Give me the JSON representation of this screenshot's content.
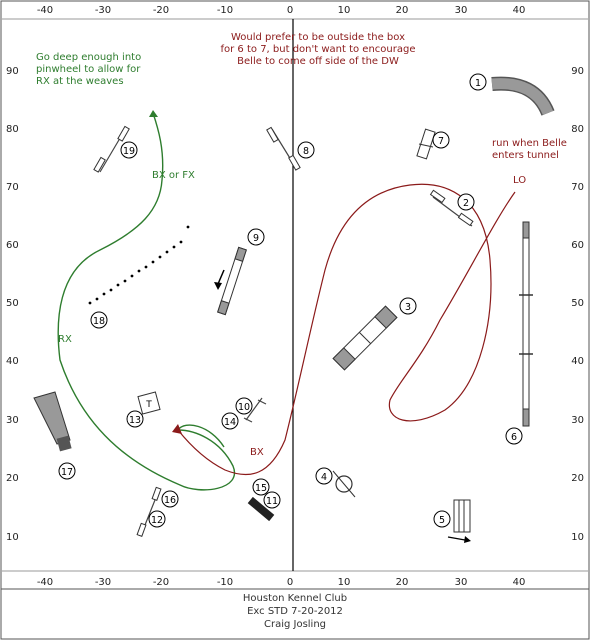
{
  "x_axis": {
    "top": [
      "-40",
      "-30",
      "-20",
      "-10",
      "0",
      "10",
      "20",
      "30",
      "40"
    ],
    "bottom": [
      "-40",
      "-30",
      "-20",
      "-10",
      "0",
      "10",
      "20",
      "30",
      "40"
    ]
  },
  "y_axis": {
    "left": [
      "90",
      "80",
      "70",
      "60",
      "50",
      "40",
      "30",
      "20",
      "10"
    ],
    "right": [
      "90",
      "80",
      "70",
      "60",
      "50",
      "40",
      "30",
      "20",
      "10"
    ]
  },
  "obstacles": [
    "1",
    "2",
    "3",
    "4",
    "5",
    "6",
    "7",
    "8",
    "9",
    "10",
    "11",
    "12",
    "13",
    "14",
    "15",
    "16",
    "17",
    "18",
    "19"
  ],
  "symbols": {
    "table": "T"
  },
  "notes": {
    "note_top": [
      "Would prefer to be outside the box",
      "for 6 to 7, but don't want to encourage",
      "Belle to come off side of the DW"
    ],
    "note_left": [
      "Go deep enough into",
      "pinwheel to allow for",
      "RX at the weaves"
    ],
    "note_right": [
      "run when Belle",
      "enters tunnel"
    ]
  },
  "labels": {
    "bx_fx": "BX or FX",
    "rx": "RX",
    "bx": "BX",
    "lo": "LO"
  },
  "footer": [
    "Houston Kennel Club",
    "Exc STD 7-20-2012",
    "Craig Josling"
  ],
  "colors": {
    "handler": "#2e7d2e",
    "dog": "#8b1a1a",
    "note_red": "#8b1a1a",
    "note_green": "#2e7d2e",
    "grid_text": "#222222"
  }
}
